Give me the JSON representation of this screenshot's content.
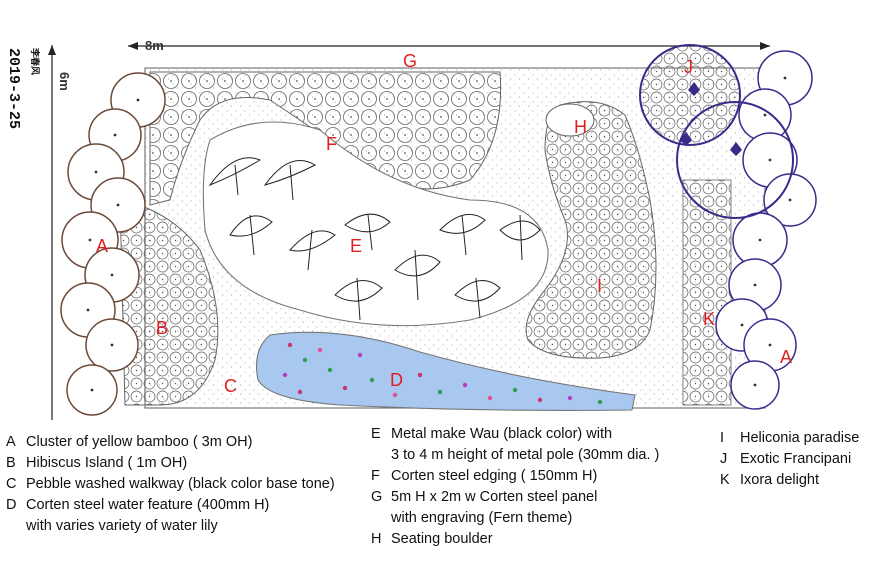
{
  "date_stamp": "2019-3-25",
  "author_mark": "李春风",
  "dimensions": {
    "width": "8m",
    "height": "6m"
  },
  "zones": [
    {
      "key": "A"
    },
    {
      "key": "A"
    },
    {
      "key": "B"
    },
    {
      "key": "C"
    },
    {
      "key": "D"
    },
    {
      "key": "E"
    },
    {
      "key": "F"
    },
    {
      "key": "G"
    },
    {
      "key": "H"
    },
    {
      "key": "I"
    },
    {
      "key": "J"
    },
    {
      "key": "K"
    }
  ],
  "legend": {
    "col1": [
      {
        "key": "A",
        "text": "Cluster of yellow bamboo ( 3m OH)"
      },
      {
        "key": "B",
        "text": "Hibiscus Island  ( 1m OH)"
      },
      {
        "key": "C",
        "text": "Pebble washed walkway (black color base tone)"
      },
      {
        "key": "D",
        "text": "Corten steel water feature  (400mm H)"
      },
      {
        "key": "",
        "text": "with varies variety of water lily"
      }
    ],
    "col2": [
      {
        "key": "E",
        "text": "Metal make Wau (black color) with"
      },
      {
        "key": "",
        "text": "3 to 4 m height of metal pole (30mm dia. )"
      },
      {
        "key": "F",
        "text": "Corten steel edging ( 150mm H)"
      },
      {
        "key": "G",
        "text": "5m H x 2m w Corten steel panel"
      },
      {
        "key": "",
        "text": "with engraving (Fern theme)"
      },
      {
        "key": "H",
        "text": "Seating boulder"
      }
    ],
    "col3": [
      {
        "key": "I",
        "text": "Heliconia paradise"
      },
      {
        "key": "J",
        "text": "Exotic Francipani"
      },
      {
        "key": "K",
        "text": "Ixora delight"
      }
    ]
  },
  "colors": {
    "label_red": "#e02020",
    "bamboo_brown": "#6b4a3a",
    "frangipani_purple": "#3a2a8a",
    "water_blue": "#a8c8f0",
    "pencil": "#555555"
  }
}
